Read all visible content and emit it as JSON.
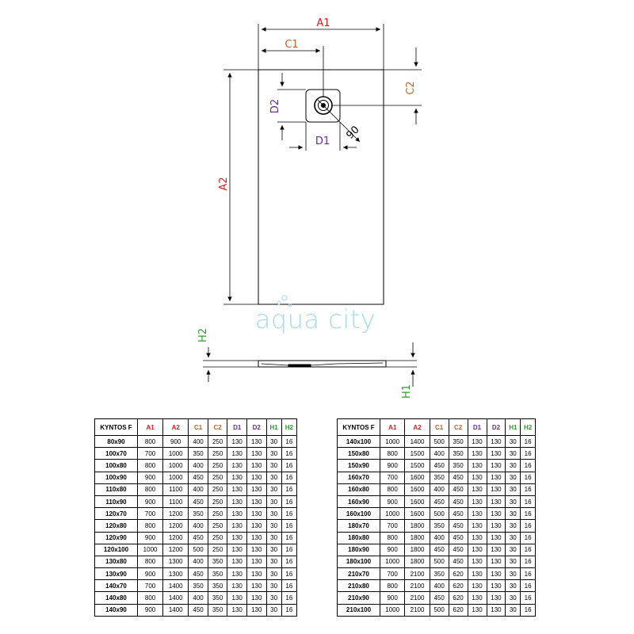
{
  "colors": {
    "A": "#d11f1f",
    "C": "#c0662a",
    "D": "#6c2aa8",
    "H": "#2e9a2e",
    "line": "#000000",
    "watermark": "#a9d8f0"
  },
  "drawing": {
    "labels": {
      "a1": "A1",
      "a2": "A2",
      "c1": "C1",
      "c2": "C2",
      "d1": "D1",
      "d2": "D2",
      "angle": "90",
      "h1": "H1",
      "h2": "H2"
    },
    "watermark": "aqua city"
  },
  "tables": [
    {
      "columns": [
        "KYNTOS F",
        "A1",
        "A2",
        "C1",
        "C2",
        "D1",
        "D2",
        "H1",
        "H2"
      ],
      "rows": [
        [
          "80x90",
          "800",
          "900",
          "400",
          "250",
          "130",
          "130",
          "30",
          "16"
        ],
        [
          "100x70",
          "700",
          "1000",
          "350",
          "250",
          "130",
          "130",
          "30",
          "16"
        ],
        [
          "100x80",
          "800",
          "1000",
          "400",
          "250",
          "130",
          "130",
          "30",
          "16"
        ],
        [
          "100x90",
          "900",
          "1000",
          "450",
          "250",
          "130",
          "130",
          "30",
          "16"
        ],
        [
          "110x80",
          "800",
          "1100",
          "400",
          "250",
          "130",
          "130",
          "30",
          "16"
        ],
        [
          "110x90",
          "900",
          "1100",
          "450",
          "250",
          "130",
          "130",
          "30",
          "16"
        ],
        [
          "120x70",
          "700",
          "1200",
          "350",
          "250",
          "130",
          "130",
          "30",
          "16"
        ],
        [
          "120x80",
          "800",
          "1200",
          "400",
          "250",
          "130",
          "130",
          "30",
          "16"
        ],
        [
          "120x90",
          "900",
          "1200",
          "450",
          "250",
          "130",
          "130",
          "30",
          "16"
        ],
        [
          "120x100",
          "1000",
          "1200",
          "500",
          "250",
          "130",
          "130",
          "30",
          "16"
        ],
        [
          "130x80",
          "800",
          "1300",
          "400",
          "350",
          "130",
          "130",
          "30",
          "16"
        ],
        [
          "130x90",
          "900",
          "1300",
          "450",
          "350",
          "130",
          "130",
          "30",
          "16"
        ],
        [
          "140x70",
          "700",
          "1400",
          "350",
          "350",
          "130",
          "130",
          "30",
          "16"
        ],
        [
          "140x80",
          "800",
          "1400",
          "400",
          "350",
          "130",
          "130",
          "30",
          "16"
        ],
        [
          "140x90",
          "900",
          "1400",
          "450",
          "350",
          "130",
          "130",
          "30",
          "16"
        ]
      ]
    },
    {
      "columns": [
        "KYNTOS F",
        "A1",
        "A2",
        "C1",
        "C2",
        "D1",
        "D2",
        "H1",
        "H2"
      ],
      "rows": [
        [
          "140x100",
          "1000",
          "1400",
          "500",
          "350",
          "130",
          "130",
          "30",
          "16"
        ],
        [
          "150x80",
          "800",
          "1500",
          "400",
          "350",
          "130",
          "130",
          "30",
          "16"
        ],
        [
          "150x90",
          "900",
          "1500",
          "450",
          "350",
          "130",
          "130",
          "30",
          "16"
        ],
        [
          "160x70",
          "700",
          "1600",
          "350",
          "450",
          "130",
          "130",
          "30",
          "16"
        ],
        [
          "160x80",
          "800",
          "1600",
          "400",
          "450",
          "130",
          "130",
          "30",
          "16"
        ],
        [
          "160x90",
          "900",
          "1600",
          "450",
          "450",
          "130",
          "130",
          "30",
          "16"
        ],
        [
          "160x100",
          "1000",
          "1600",
          "500",
          "450",
          "130",
          "130",
          "30",
          "16"
        ],
        [
          "180x70",
          "700",
          "1800",
          "350",
          "450",
          "130",
          "130",
          "30",
          "16"
        ],
        [
          "180x80",
          "800",
          "1800",
          "400",
          "450",
          "130",
          "130",
          "30",
          "16"
        ],
        [
          "180x90",
          "900",
          "1800",
          "450",
          "450",
          "130",
          "130",
          "30",
          "16"
        ],
        [
          "180x100",
          "1000",
          "1800",
          "500",
          "450",
          "130",
          "130",
          "30",
          "16"
        ],
        [
          "210x70",
          "700",
          "2100",
          "350",
          "620",
          "130",
          "130",
          "30",
          "16"
        ],
        [
          "210x80",
          "800",
          "2100",
          "400",
          "620",
          "130",
          "130",
          "30",
          "16"
        ],
        [
          "210x90",
          "900",
          "2100",
          "450",
          "620",
          "130",
          "130",
          "30",
          "16"
        ],
        [
          "210x100",
          "1000",
          "2100",
          "500",
          "620",
          "130",
          "130",
          "30",
          "16"
        ]
      ]
    }
  ]
}
